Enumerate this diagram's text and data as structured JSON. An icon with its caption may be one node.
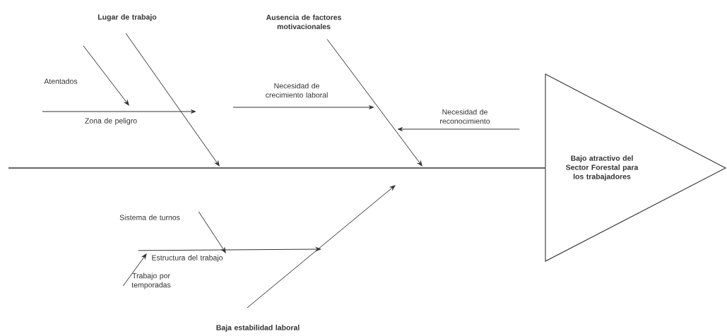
{
  "diagram": {
    "nodes": [
      {
        "text": [
          "Lugar de trabajo"
        ]
      },
      {
        "text": [
          "Ausencia de factores motivacionales"
        ]
      },
      {
        "text": [
          "Zona de peligro"
        ]
      },
      {
        "text": [
          "Necesidad de crecimiento laboral"
        ]
      },
      {
        "text": [
          "Necesidad de reconocimiento"
        ]
      },
      {
        "text": [
          "Sistema de turnos"
        ]
      },
      {
        "text": [
          "Estructura del trabajo"
        ]
      },
      {
        "text": [
          "Trabajo por temporadas"
        ]
      },
      {
        "text": [
          "Baja estabilidad laboral"
        ]
      },
      {
        "text": [
          "Bajo atractivo del Sector Forestal para los trabajadores"
        ]
      }
    ],
    "edges": [
      {
        "from": 0,
        "to": null,
        "arrow": "to"
      },
      {
        "from": 2,
        "to": null,
        "arrow": "to"
      },
      {
        "from": null,
        "to": 2,
        "arrow": "to",
        "label": "Atentados"
      },
      {
        "from": 1,
        "to": null,
        "arrow": "to"
      },
      {
        "from": 3,
        "to": null,
        "arrow": "to"
      },
      {
        "from": 4,
        "to": null,
        "arrow": "to"
      },
      {
        "from": 8,
        "to": null,
        "arrow": "to"
      },
      {
        "from": 6,
        "to": null,
        "arrow": "to"
      },
      {
        "from": 5,
        "to": 6,
        "arrow": "to"
      },
      {
        "from": 7,
        "to": 6,
        "arrow": "to"
      },
      {
        "from": null,
        "to": 9,
        "arrow": "none"
      }
    ]
  }
}
